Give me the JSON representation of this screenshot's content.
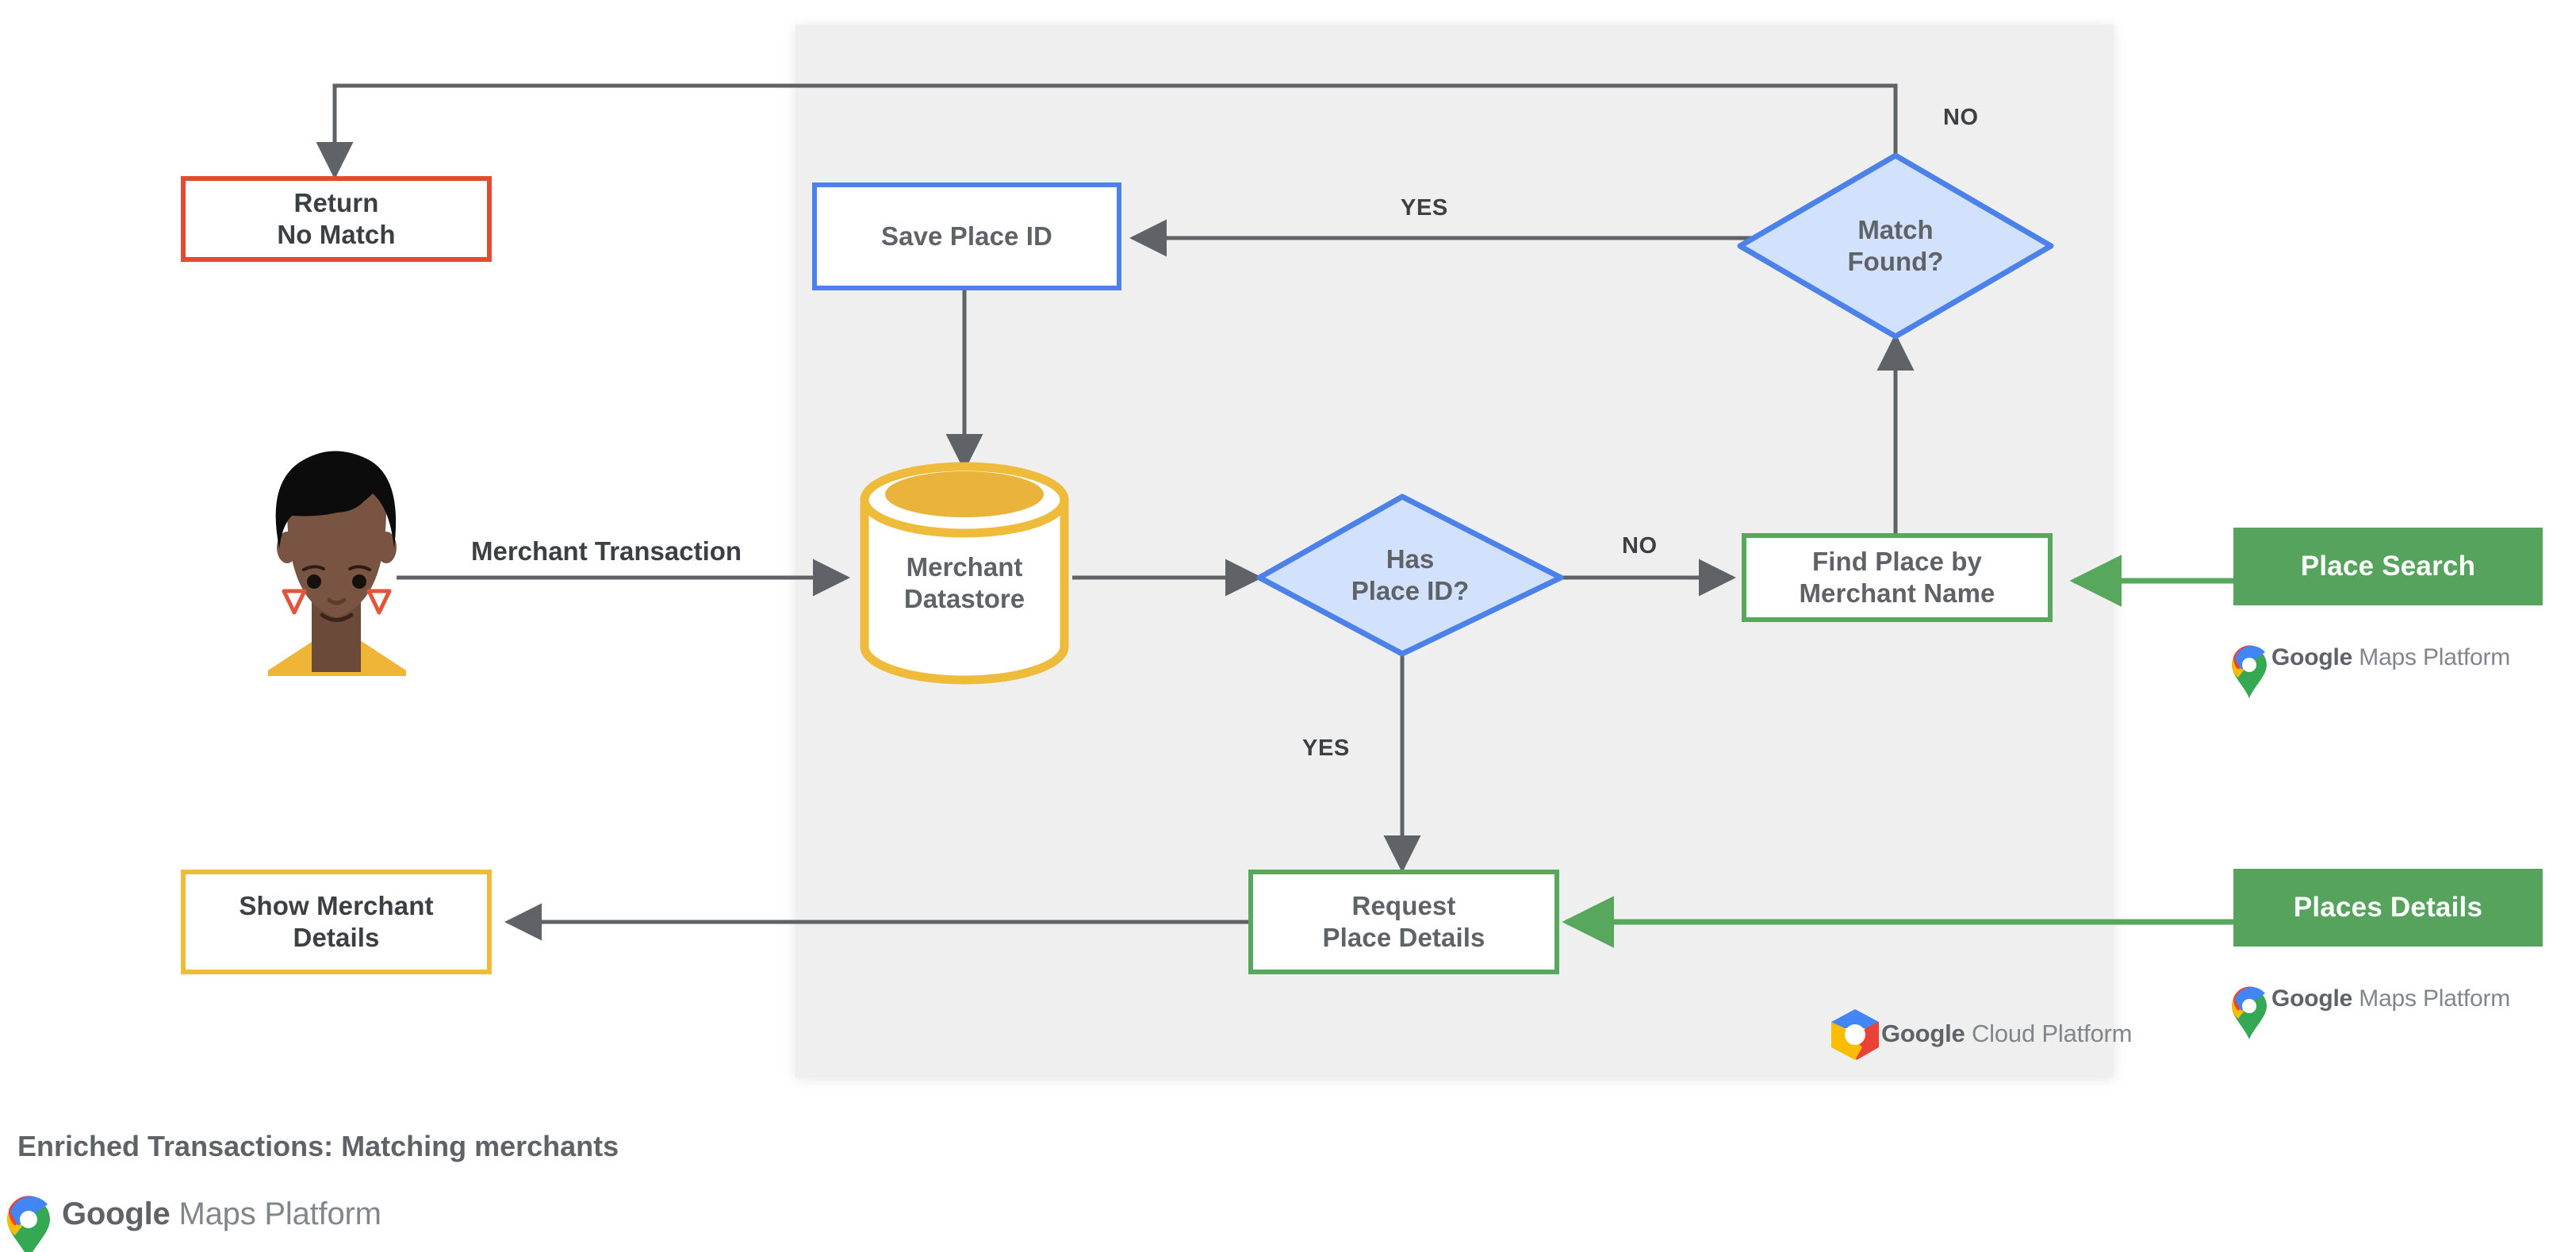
{
  "diagram": {
    "caption": "Enriched Transactions: Matching merchants",
    "panel_fill": "#EFEFEF",
    "colors": {
      "red": "#E34A32",
      "blue": "#4B81E8",
      "blue_fill": "#D3E2FC",
      "green": "#57A75C",
      "green_solid": "#55A35C",
      "yellow": "#EEBB3B",
      "line": "#5F6368",
      "text": "#3C4043"
    },
    "nodes": {
      "return_no_match": {
        "line1": "Return",
        "line2": "No Match",
        "shape": "rectangle",
        "accent": "red"
      },
      "save_place_id": {
        "line1": "Save Place ID",
        "shape": "rectangle",
        "accent": "blue"
      },
      "match_found": {
        "line1": "Match",
        "line2": "Found?",
        "shape": "diamond",
        "accent": "blue"
      },
      "merchant_datastore": {
        "line1": "Merchant",
        "line2": "Datastore",
        "shape": "cylinder",
        "accent": "yellow"
      },
      "has_place_id": {
        "line1": "Has",
        "line2": "Place ID?",
        "shape": "diamond",
        "accent": "blue"
      },
      "find_place": {
        "line1": "Find Place by",
        "line2": "Merchant Name",
        "shape": "rectangle",
        "accent": "green"
      },
      "request_place_details": {
        "line1": "Request",
        "line2": "Place Details",
        "shape": "rectangle",
        "accent": "green"
      },
      "show_merchant_details": {
        "line1": "Show Merchant",
        "line2": "Details",
        "shape": "rectangle",
        "accent": "yellow"
      },
      "place_search": {
        "line1": "Place Search",
        "shape": "rectangle-filled",
        "accent": "green_solid"
      },
      "places_details": {
        "line1": "Places Details",
        "shape": "rectangle-filled",
        "accent": "green_solid"
      }
    },
    "edge_labels": {
      "merchant_transaction": "Merchant Transaction",
      "match_found_no": "NO",
      "match_found_yes": "YES",
      "has_place_id_no": "NO",
      "has_place_id_yes": "YES"
    },
    "brands": {
      "maps_platform_bold": "Google",
      "maps_platform_light": "Maps Platform",
      "cloud_platform_bold": "Google",
      "cloud_platform_light": "Cloud Platform"
    },
    "icons": {
      "maps_pin": "maps-pin-icon",
      "cloud_hex": "cloud-platform-hex-icon",
      "person": "person-avatar-icon"
    }
  }
}
